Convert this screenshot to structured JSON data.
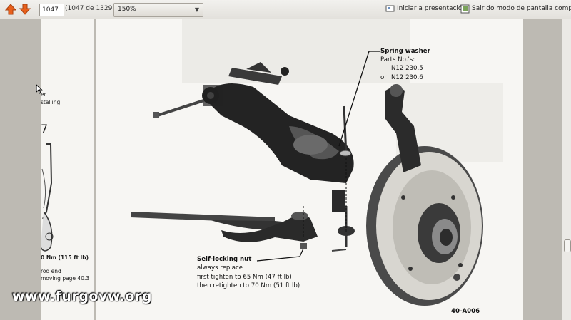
{
  "toolbar": {
    "prev_icon": "arrow-up-icon",
    "next_icon": "arrow-down-icon",
    "page_value": "1047",
    "page_count": "(1047 de 1329)",
    "zoom_value": "150%",
    "presentation_label": "Iniciar a presentación",
    "exit_fullscreen_label": "Sair do modo de pantalla completa"
  },
  "left_page": {
    "lines": [
      "er",
      "stalling",
      "7",
      "0 Nm (115 ft lb)",
      "rod end",
      "moving page 40.3"
    ]
  },
  "figure": {
    "spring_washer_title": "Spring washer",
    "parts_label": "Parts No.'s:",
    "part_1": "N12 230.5",
    "part_2_prefix": "or",
    "part_2": "N12 230.6",
    "nut_title": "Self-locking nut",
    "nut_line_1": "always replace",
    "nut_line_2": "first tighten to 65 Nm (47 ft lb)",
    "nut_line_3": "then retighten to 70 Nm (51 ft lb)",
    "figure_id": "40-A006"
  },
  "watermark": "www.furgovw.org",
  "colors": {
    "accent_up": "#e8601c",
    "accent_down": "#e8601c",
    "page": "#f7f6f3",
    "metal": "#2a2a2a"
  }
}
